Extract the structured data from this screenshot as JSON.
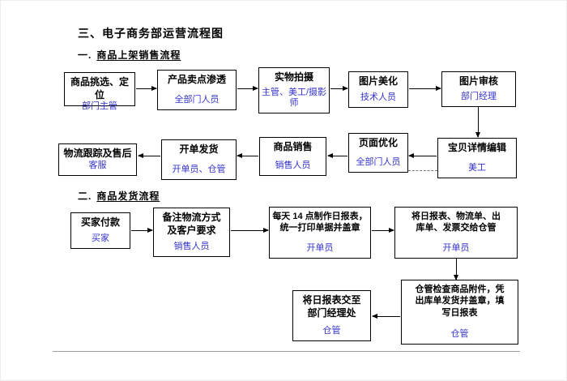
{
  "page": {
    "title": "三、电子商务部运营流程图",
    "sections": {
      "s1": {
        "prefix": "一.",
        "label": "商品上架销售流程"
      },
      "s2": {
        "prefix": "二.",
        "label": "商品发货流程"
      }
    }
  },
  "colors": {
    "role": "#3333cc",
    "border": "#000000"
  },
  "flow1": {
    "row1": [
      {
        "title": "商品挑选、定位",
        "role": "部门主管"
      },
      {
        "title": "产品卖点渗透",
        "role": "全部门人员"
      },
      {
        "title": "实物拍摄",
        "role": "主管、美工/摄影师"
      },
      {
        "title": "图片美化",
        "role": "技术人员"
      },
      {
        "title": "图片审核",
        "role": "部门经理"
      }
    ],
    "row2": [
      {
        "title": "物流跟踪及售后",
        "role": "客服"
      },
      {
        "title": "开单发货",
        "role": "开单员、仓管"
      },
      {
        "title": "商品销售",
        "role": "销售人员"
      },
      {
        "title": "页面优化",
        "role": "全部门人员"
      },
      {
        "title": "宝贝详情编辑",
        "role": "美工"
      }
    ]
  },
  "flow2": {
    "row1": [
      {
        "title": "买家付款",
        "role": "买家"
      },
      {
        "title": "备注物流方式\n及客户要求",
        "role": "销售人员"
      },
      {
        "title": "每天 14 点制作日报表，\n统一打印单据并盖章",
        "role": "开单员"
      },
      {
        "title": "将日报表、物流单、出\n库单、发票交给仓管",
        "role": "开单员"
      }
    ],
    "row2": [
      {
        "title": "将日报表交至\n部门经理处",
        "role": "仓管"
      },
      {
        "title": "仓管检查商品附件，凭\n出库单发货并盖章，填\n写日报表",
        "role": "仓管"
      }
    ]
  }
}
